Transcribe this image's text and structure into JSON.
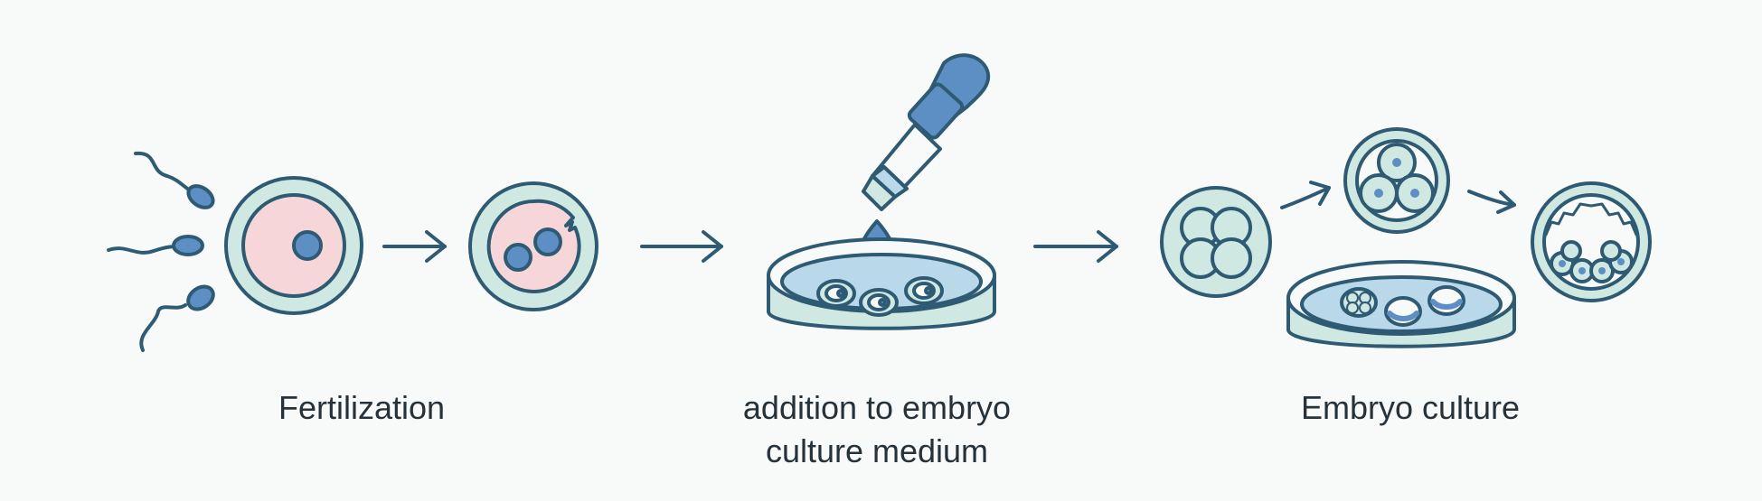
{
  "steps": [
    {
      "label": "Fertilization"
    },
    {
      "label_line1": "addition to embryo",
      "label_line2": "culture medium"
    },
    {
      "label": "Embryo culture"
    }
  ],
  "colors": {
    "outline": "#2e5b73",
    "cell_fill": "#cfe8e2",
    "cytoplasm": "#f6d6d9",
    "nucleus": "#5d8fc4",
    "medium": "#b9d9ea",
    "background": "#f8faf9",
    "text": "#26323a"
  }
}
